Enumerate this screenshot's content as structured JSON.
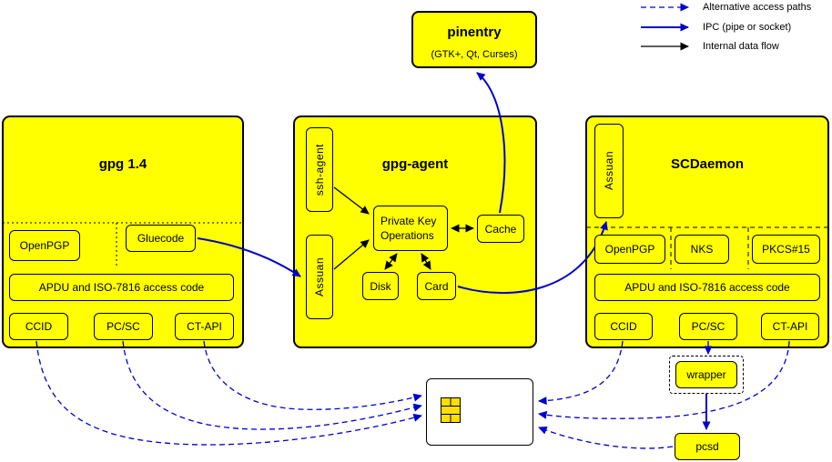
{
  "legend": {
    "items": [
      {
        "id": "alternative",
        "label": "Alternative access paths",
        "style": "dashed-blue"
      },
      {
        "id": "ipc",
        "label": "IPC (pipe or socket)",
        "style": "solid-blue"
      },
      {
        "id": "internal",
        "label": "Internal data flow",
        "style": "solid-black"
      }
    ]
  },
  "pinentry": {
    "title": "pinentry",
    "subtitle": "(GTK+, Qt, Curses)"
  },
  "gpg": {
    "title": "gpg 1.4",
    "openpgp": "OpenPGP",
    "gluecode": "Gluecode",
    "apdu": "APDU and ISO-7816 access code",
    "ccid": "CCID",
    "pcsc": "PC/SC",
    "ctapi": "CT-API"
  },
  "agent": {
    "title": "gpg-agent",
    "ssh_agent": "ssh-agent",
    "assuan": "Assuan",
    "pko": "Private Key Operations",
    "cache": "Cache",
    "disk": "Disk",
    "card": "Card"
  },
  "scdaemon": {
    "title": "SCDaemon",
    "assuan": "Assuan",
    "openpgp": "OpenPGP",
    "nks": "NKS",
    "pkcs15": "PKCS#15",
    "apdu": "APDU and ISO-7816 access code",
    "ccid": "CCID",
    "pcsc": "PC/SC",
    "ctapi": "CT-API"
  },
  "external": {
    "wrapper": "wrapper",
    "pcsd": "pcsd"
  },
  "colors": {
    "node_fill": "#ffff00",
    "border": "#000000",
    "ipc_blue": "#0000cc",
    "card_fill": "#ffffff",
    "chip_fill": "#ffdf00",
    "background": "#ffffff"
  }
}
